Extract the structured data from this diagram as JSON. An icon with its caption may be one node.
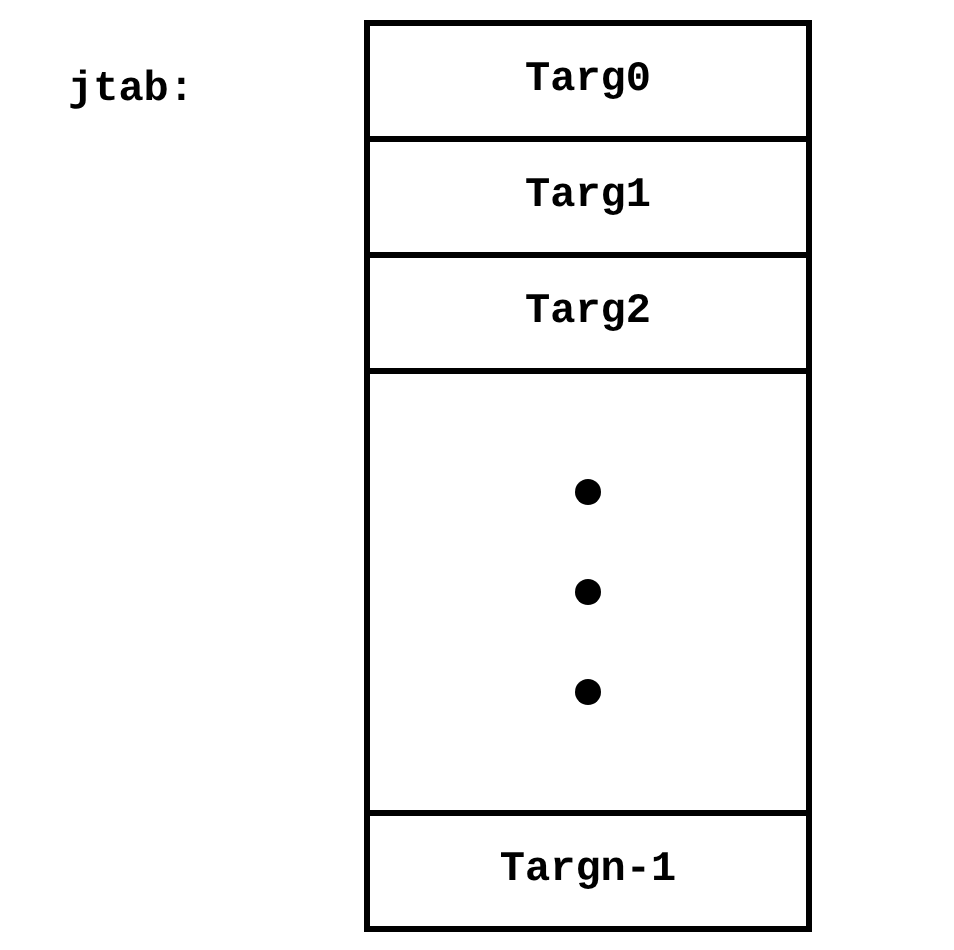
{
  "diagram": {
    "nodes": [
      {
        "text": [
          "Targ0"
        ]
      },
      {
        "text": [
          "Targ1"
        ]
      },
      {
        "text": [
          "Targ2"
        ]
      },
      {
        "text": [],
        "shape": "box"
      },
      {
        "text": [
          "Targn-1"
        ]
      }
    ],
    "labels": [
      "jtab:"
    ]
  }
}
